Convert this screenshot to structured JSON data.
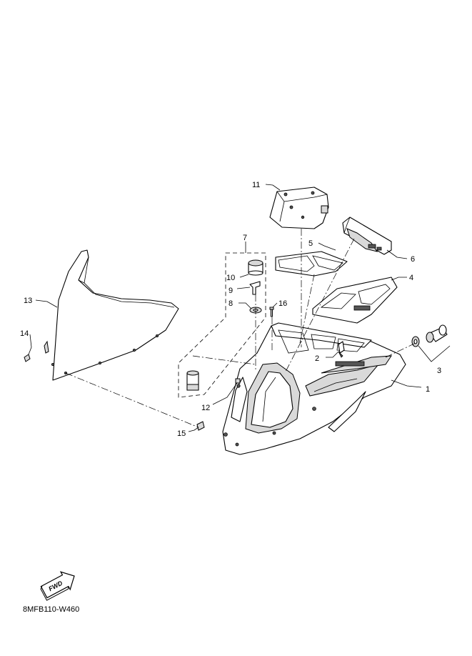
{
  "diagram": {
    "code": "8MFB110-W460",
    "fwd_label": "FWD",
    "callouts": [
      "1",
      "2",
      "3",
      "4",
      "5",
      "6",
      "7",
      "8",
      "9",
      "10",
      "11",
      "12",
      "13",
      "14",
      "15",
      "16"
    ]
  }
}
